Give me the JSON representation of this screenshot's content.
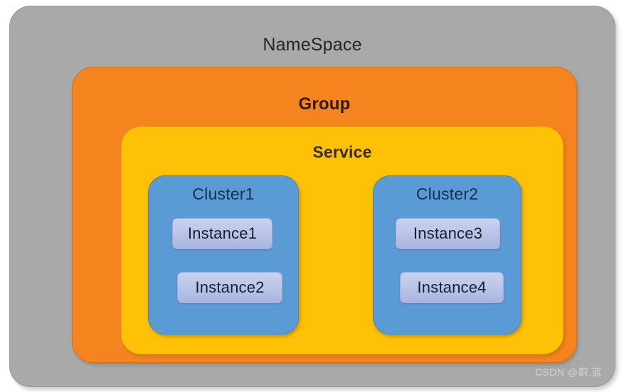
{
  "diagram": {
    "title": "NameSpace",
    "colors": {
      "namespace": "#a9a9a9",
      "group": "#f5841f",
      "service": "#ffc105",
      "cluster": "#5b9bd5",
      "instance": "#bcc6e9"
    },
    "namespace": {
      "label": "NameSpace",
      "group": {
        "label": "Group",
        "service": {
          "label": "Service",
          "clusters": [
            {
              "label": "Cluster1",
              "instances": [
                {
                  "label": "Instance1"
                },
                {
                  "label": "Instance2"
                }
              ]
            },
            {
              "label": "Cluster2",
              "instances": [
                {
                  "label": "Instance3"
                },
                {
                  "label": "Instance4"
                }
              ]
            }
          ]
        }
      }
    }
  },
  "watermark": {
    "text": "CSDN @蔚.蓝"
  }
}
